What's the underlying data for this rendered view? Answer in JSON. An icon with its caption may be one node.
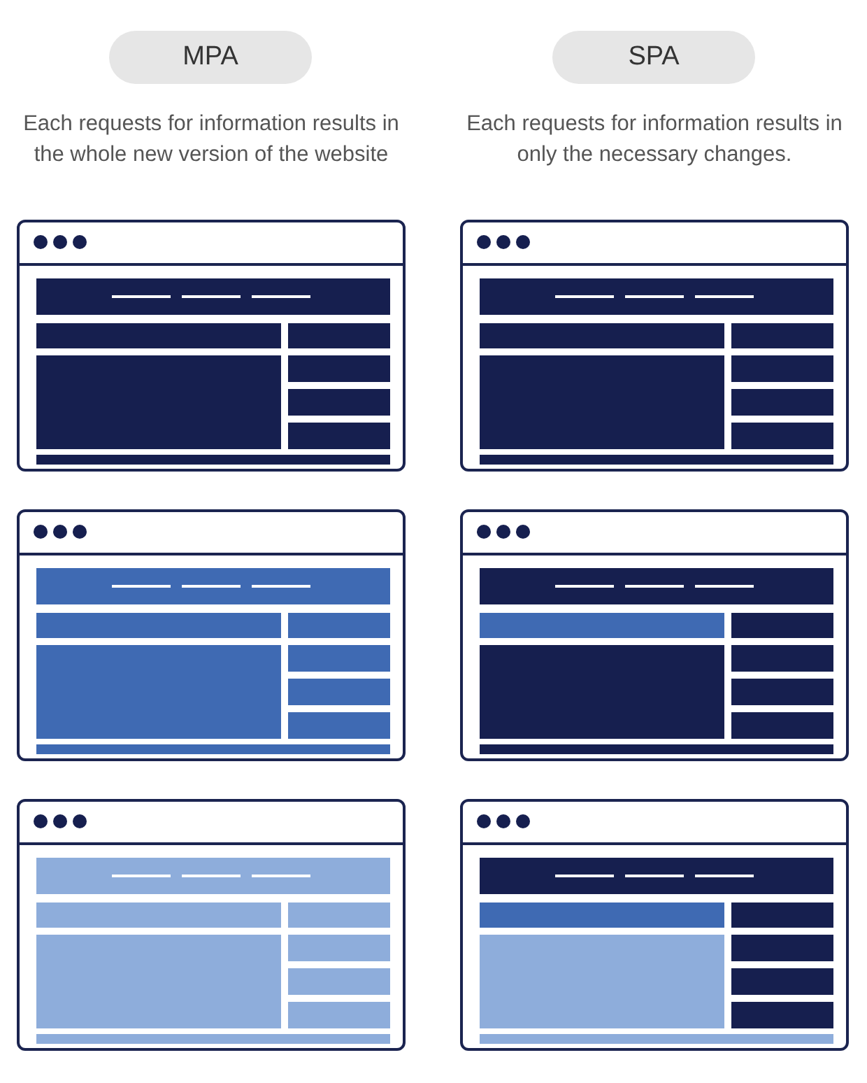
{
  "diagram": {
    "nodes": [
      {
        "text": [
          "MPA"
        ]
      },
      {
        "text": [
          "SPA"
        ]
      }
    ],
    "labels": [
      "Each requests for information results in the whole new version of the website",
      "Each requests for information results in only the necessary changes."
    ]
  }
}
